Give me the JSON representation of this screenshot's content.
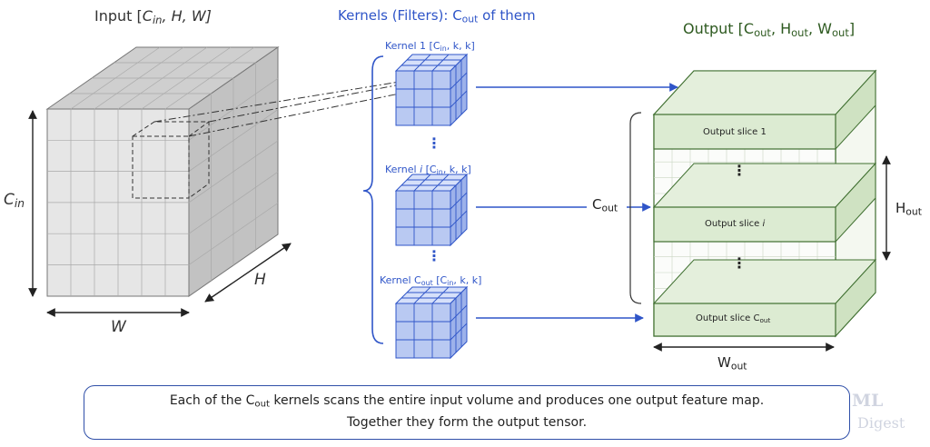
{
  "input": {
    "title": "Input",
    "dims_open": " [",
    "dims_c": "C",
    "dims_c_sub": "in",
    "dims_rest": ", H, W]",
    "axis_c": "C",
    "axis_c_sub": "in",
    "axis_h": "H",
    "axis_w": "W"
  },
  "kernels": {
    "title": "Kernels (Filters): C",
    "title_sub": "out",
    "title_rest": " of them",
    "k1": {
      "pre": "Kernel 1 [C",
      "sub": "in",
      "post": ", k, k]"
    },
    "ki": {
      "pre": "Kernel ",
      "idx": "i",
      "mid": " [C",
      "sub": "in",
      "post": ", k, k]"
    },
    "kc": {
      "pre": "Kernel C",
      "idx_sub": "out",
      "mid": " [C",
      "sub": "in",
      "post": ", k, k]"
    },
    "vdots": "⋮"
  },
  "output": {
    "title_pre": "Output [C",
    "title_sub1": "out",
    "title_mid1": ", H",
    "title_sub2": "out",
    "title_mid2": ", W",
    "title_sub3": "out",
    "title_end": "]",
    "slice1": "Output slice 1",
    "slicei_pre": "Output slice ",
    "slicei_idx": "i",
    "slicec_pre": "Output slice C",
    "slicec_sub": "out",
    "axis_c": "C",
    "axis_c_sub": "out",
    "axis_h": "H",
    "axis_h_sub": "out",
    "axis_w": "W",
    "axis_w_sub": "out",
    "vdots": "⋮"
  },
  "caption": {
    "line1_pre": "Each of the C",
    "line1_sub": "out",
    "line1_post": " kernels scans the entire input volume and produces one output feature map.",
    "line2": "Together they form the output tensor."
  },
  "logo": {
    "line1": "ML",
    "line2": "Digest"
  },
  "colors": {
    "blue": "#2f55c8",
    "green_stroke": "#3f6f30",
    "green_fill": "#dcebd2",
    "gray_front": "#e3e3e3",
    "gray_top": "#c9c9c9",
    "gray_side": "#bcbcbc",
    "kernel_front": "#b9c9f2",
    "kernel_top": "#d6e0fa",
    "kernel_side": "#9db2ea"
  }
}
